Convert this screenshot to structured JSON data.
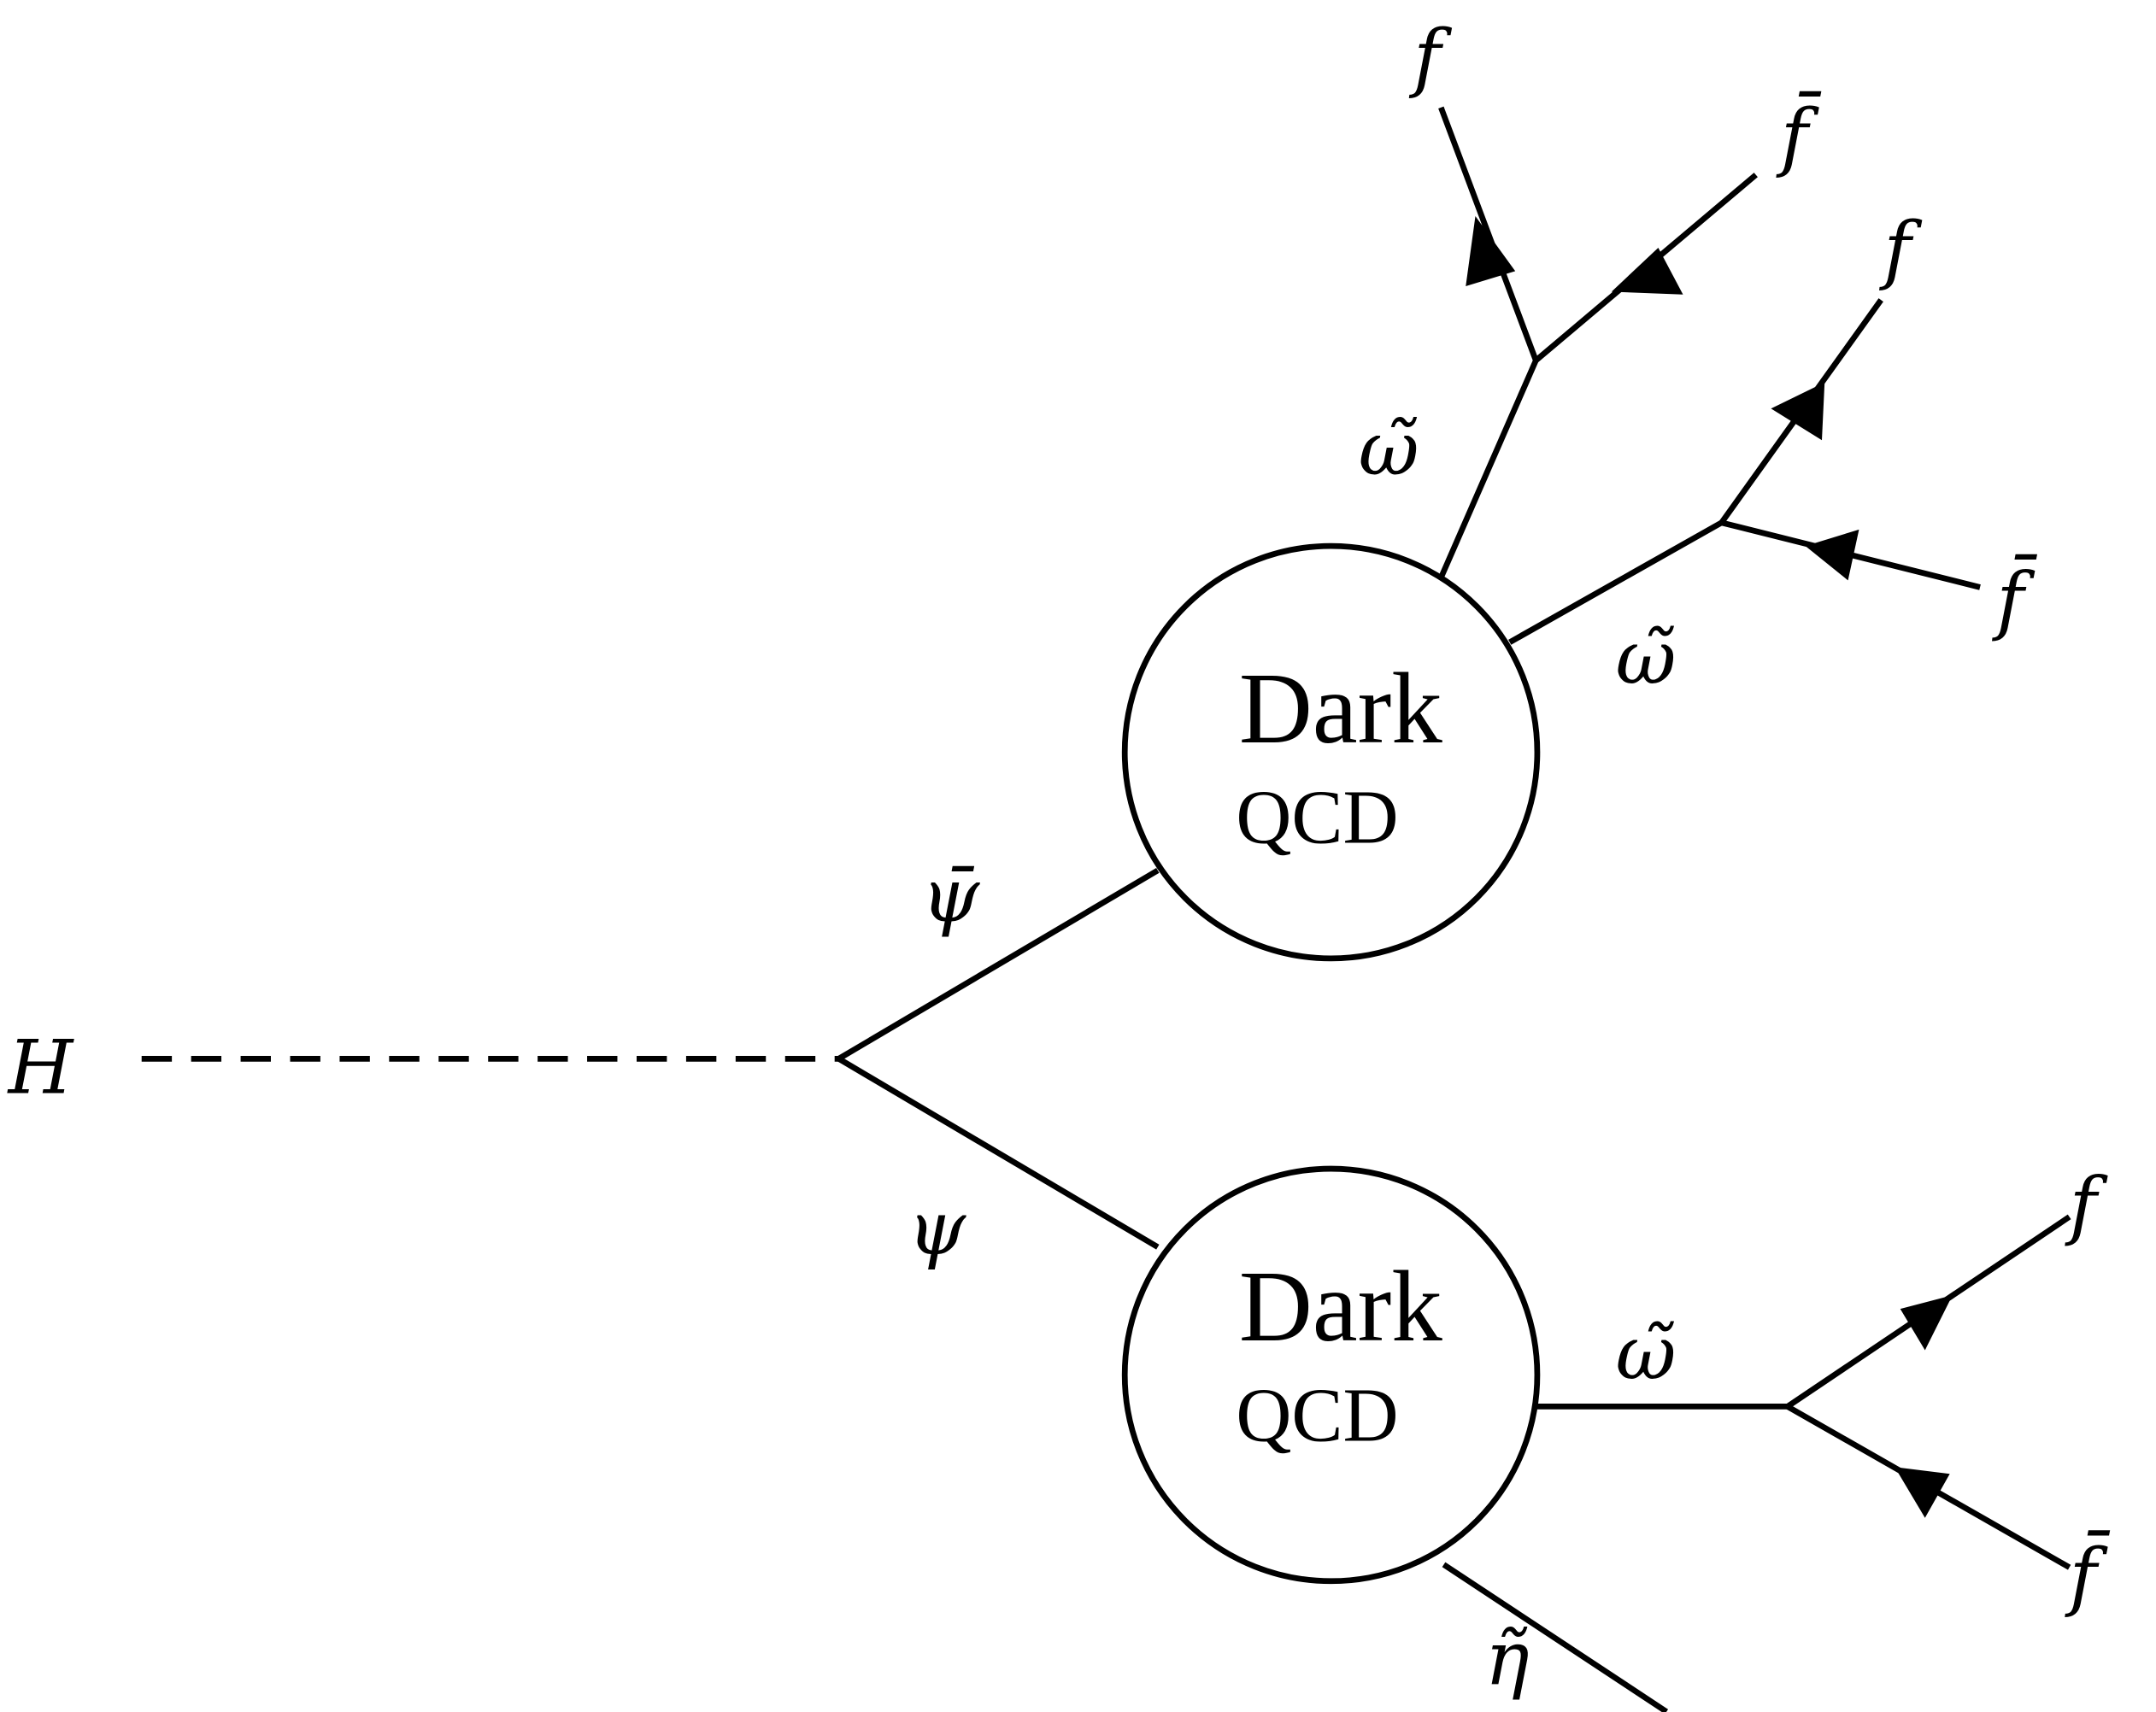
{
  "diagram": {
    "type": "feynman-diagram",
    "initial_particle": {
      "label": "H",
      "line_style": "dashed"
    },
    "branches": [
      {
        "particle_label": "ψ̄",
        "blob": {
          "line1": "Dark",
          "line2": "QCD"
        },
        "outgoing": [
          {
            "label": "ω̃",
            "decay": [
              {
                "label": "f",
                "arrow": "outgoing"
              },
              {
                "label": "f̄",
                "arrow": "incoming"
              }
            ]
          },
          {
            "label": "ω̃",
            "decay": [
              {
                "label": "f",
                "arrow": "outgoing"
              },
              {
                "label": "f̄",
                "arrow": "incoming"
              }
            ]
          }
        ]
      },
      {
        "particle_label": "ψ",
        "blob": {
          "line1": "Dark",
          "line2": "QCD"
        },
        "outgoing": [
          {
            "label": "ω̃",
            "decay": [
              {
                "label": "f",
                "arrow": "outgoing"
              },
              {
                "label": "f̄",
                "arrow": "incoming"
              }
            ]
          },
          {
            "label": "η̃",
            "decay": []
          }
        ]
      }
    ]
  },
  "labels": {
    "H": "H",
    "psibar": "ψ̄",
    "psi": "ψ",
    "omega": "ω̃",
    "eta": "η̃",
    "f": "f",
    "fbar": "f̄",
    "dark": "Dark",
    "qcd": "QCD"
  }
}
